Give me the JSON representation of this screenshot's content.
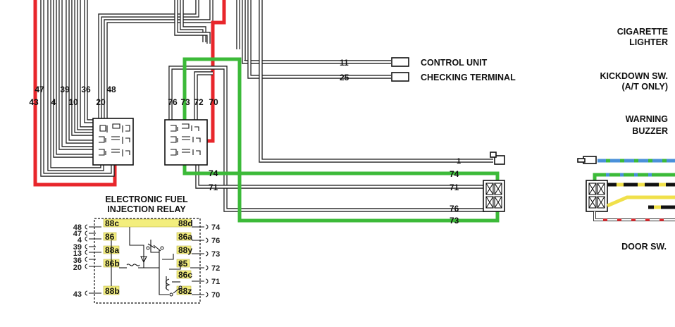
{
  "right_labels": {
    "cigarette_line1": "CIGARETTE",
    "cigarette_line2": "LIGHTER",
    "kickdown_line1": "KICKDOWN SW.",
    "kickdown_line2": "(A/T ONLY)",
    "warning_line1": "WARNING",
    "warning_line2": "BUZZER",
    "door": "DOOR SW."
  },
  "mid_labels": {
    "control_unit": "CONTROL UNIT",
    "checking_terminal": "CHECKING TERMINAL",
    "control_unit_wire": "11",
    "checking_terminal_wire": "25"
  },
  "left_connector": {
    "wires_top": [
      "47",
      "39",
      "36",
      "48"
    ],
    "wires_bottom": [
      "43",
      "4",
      "10",
      "20"
    ]
  },
  "mid_connector": {
    "wires": [
      "76",
      "73",
      "72",
      "70"
    ]
  },
  "horizontal_wires": {
    "w74": "74",
    "w71": "71",
    "w1": "1",
    "r74": "74",
    "r71": "71",
    "r76": "76",
    "r73": "73"
  },
  "relay": {
    "title_line1": "ELECTRONIC FUEL",
    "title_line2": "INJECTION RELAY",
    "left_pins": [
      "48",
      "47",
      "4",
      "39",
      "13",
      "36",
      "20",
      "43"
    ],
    "right_pins": [
      "74",
      "76",
      "73",
      "72",
      "71",
      "70"
    ],
    "pads": [
      "88c",
      "88d",
      "86",
      "86a",
      "88a",
      "88y",
      "86b",
      "85",
      "86c",
      "88b",
      "88z"
    ]
  },
  "colors": {
    "red": "#e8262b",
    "green": "#3cba39",
    "blue": "#4a90d9",
    "yellow": "#f3ee7d"
  }
}
